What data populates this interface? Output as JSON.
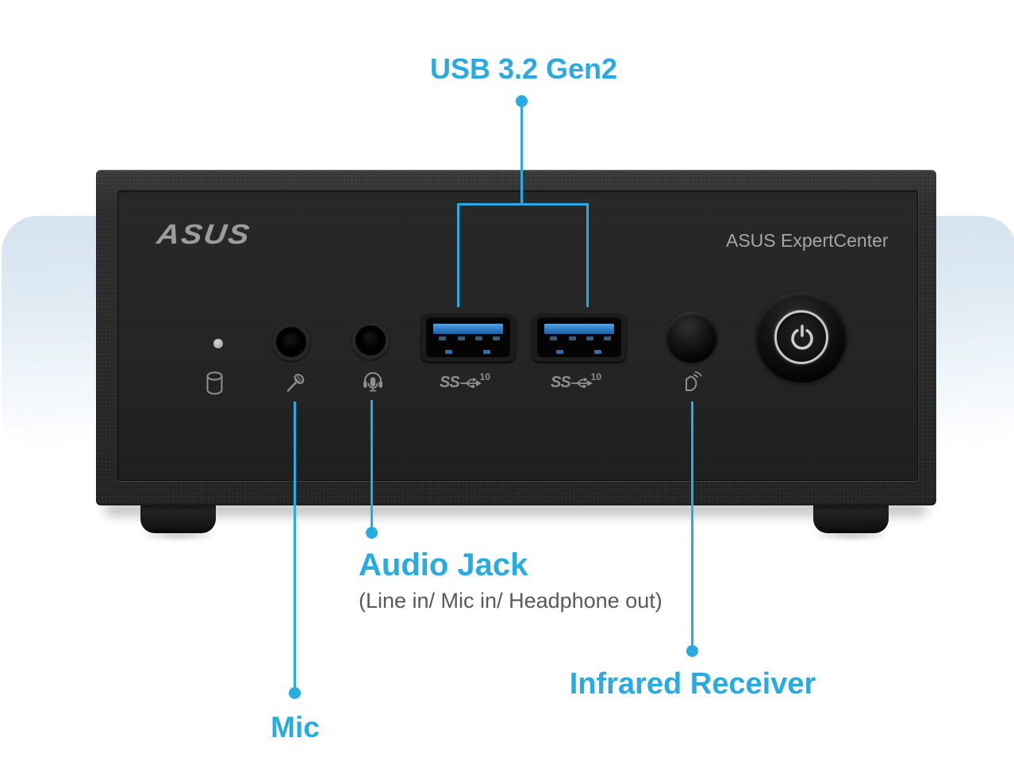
{
  "callouts": {
    "usb": {
      "label": "USB 3.2 Gen2"
    },
    "mic": {
      "label": "Mic"
    },
    "audio": {
      "label": "Audio Jack",
      "sublabel": "(Line in/ Mic in/ Headphone out)"
    },
    "infrared": {
      "label": "Infrared Receiver"
    }
  },
  "device": {
    "logo_text": "ASUS",
    "model_text": "ASUS ExpertCenter",
    "usb_badge": {
      "text": "SS",
      "speed": "10"
    }
  },
  "icons": {
    "storage": "hdd-cylinder-icon",
    "status": "status-led-dot",
    "mic_jack": "microphone-icon",
    "audio_jack": "headset-mic-icon",
    "usb_ports": "usb-superspeed-trident-icon",
    "infrared": "infrared-signal-icon",
    "power": "power-symbol-icon"
  },
  "colors": {
    "accent": "#29ABE2",
    "subtitle_gray": "#58595B",
    "band_blue_top": "#D3E3EF",
    "usb_tongue": "#2E7CC4",
    "chassis_dark": "#282828",
    "icon_gray": "#8F8F8F"
  }
}
